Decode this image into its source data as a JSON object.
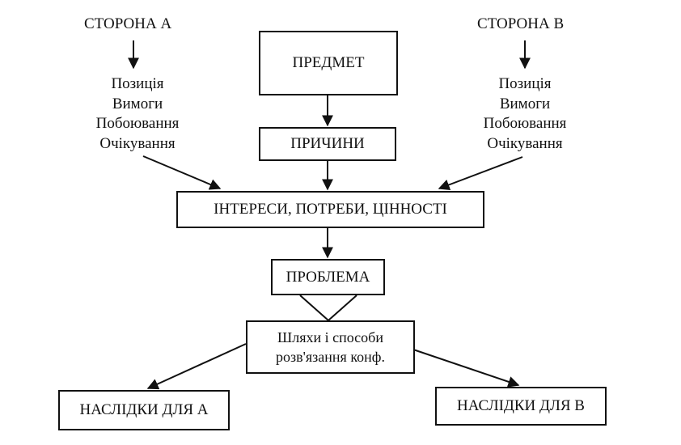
{
  "side_a": {
    "title": "СТОРОНА А",
    "items": [
      "Позиція",
      "Вимоги",
      "Побоювання",
      "Очікування"
    ]
  },
  "side_b": {
    "title": "СТОРОНА В",
    "items": [
      "Позиція",
      "Вимоги",
      "Побоювання",
      "Очікування"
    ]
  },
  "boxes": {
    "subject": "ПРЕДМЕТ",
    "causes": "ПРИЧИНИ",
    "interests": "ІНТЕРЕСИ, ПОТРЕБИ, ЦІННОСТІ",
    "problem": "ПРОБЛЕМА",
    "resolution_line1": "Шляхи і способи",
    "resolution_line2": "розв'язання конф.",
    "consequences_a": "НАСЛІДКИ ДЛЯ А",
    "consequences_b": "НАСЛІДКИ ДЛЯ В"
  }
}
